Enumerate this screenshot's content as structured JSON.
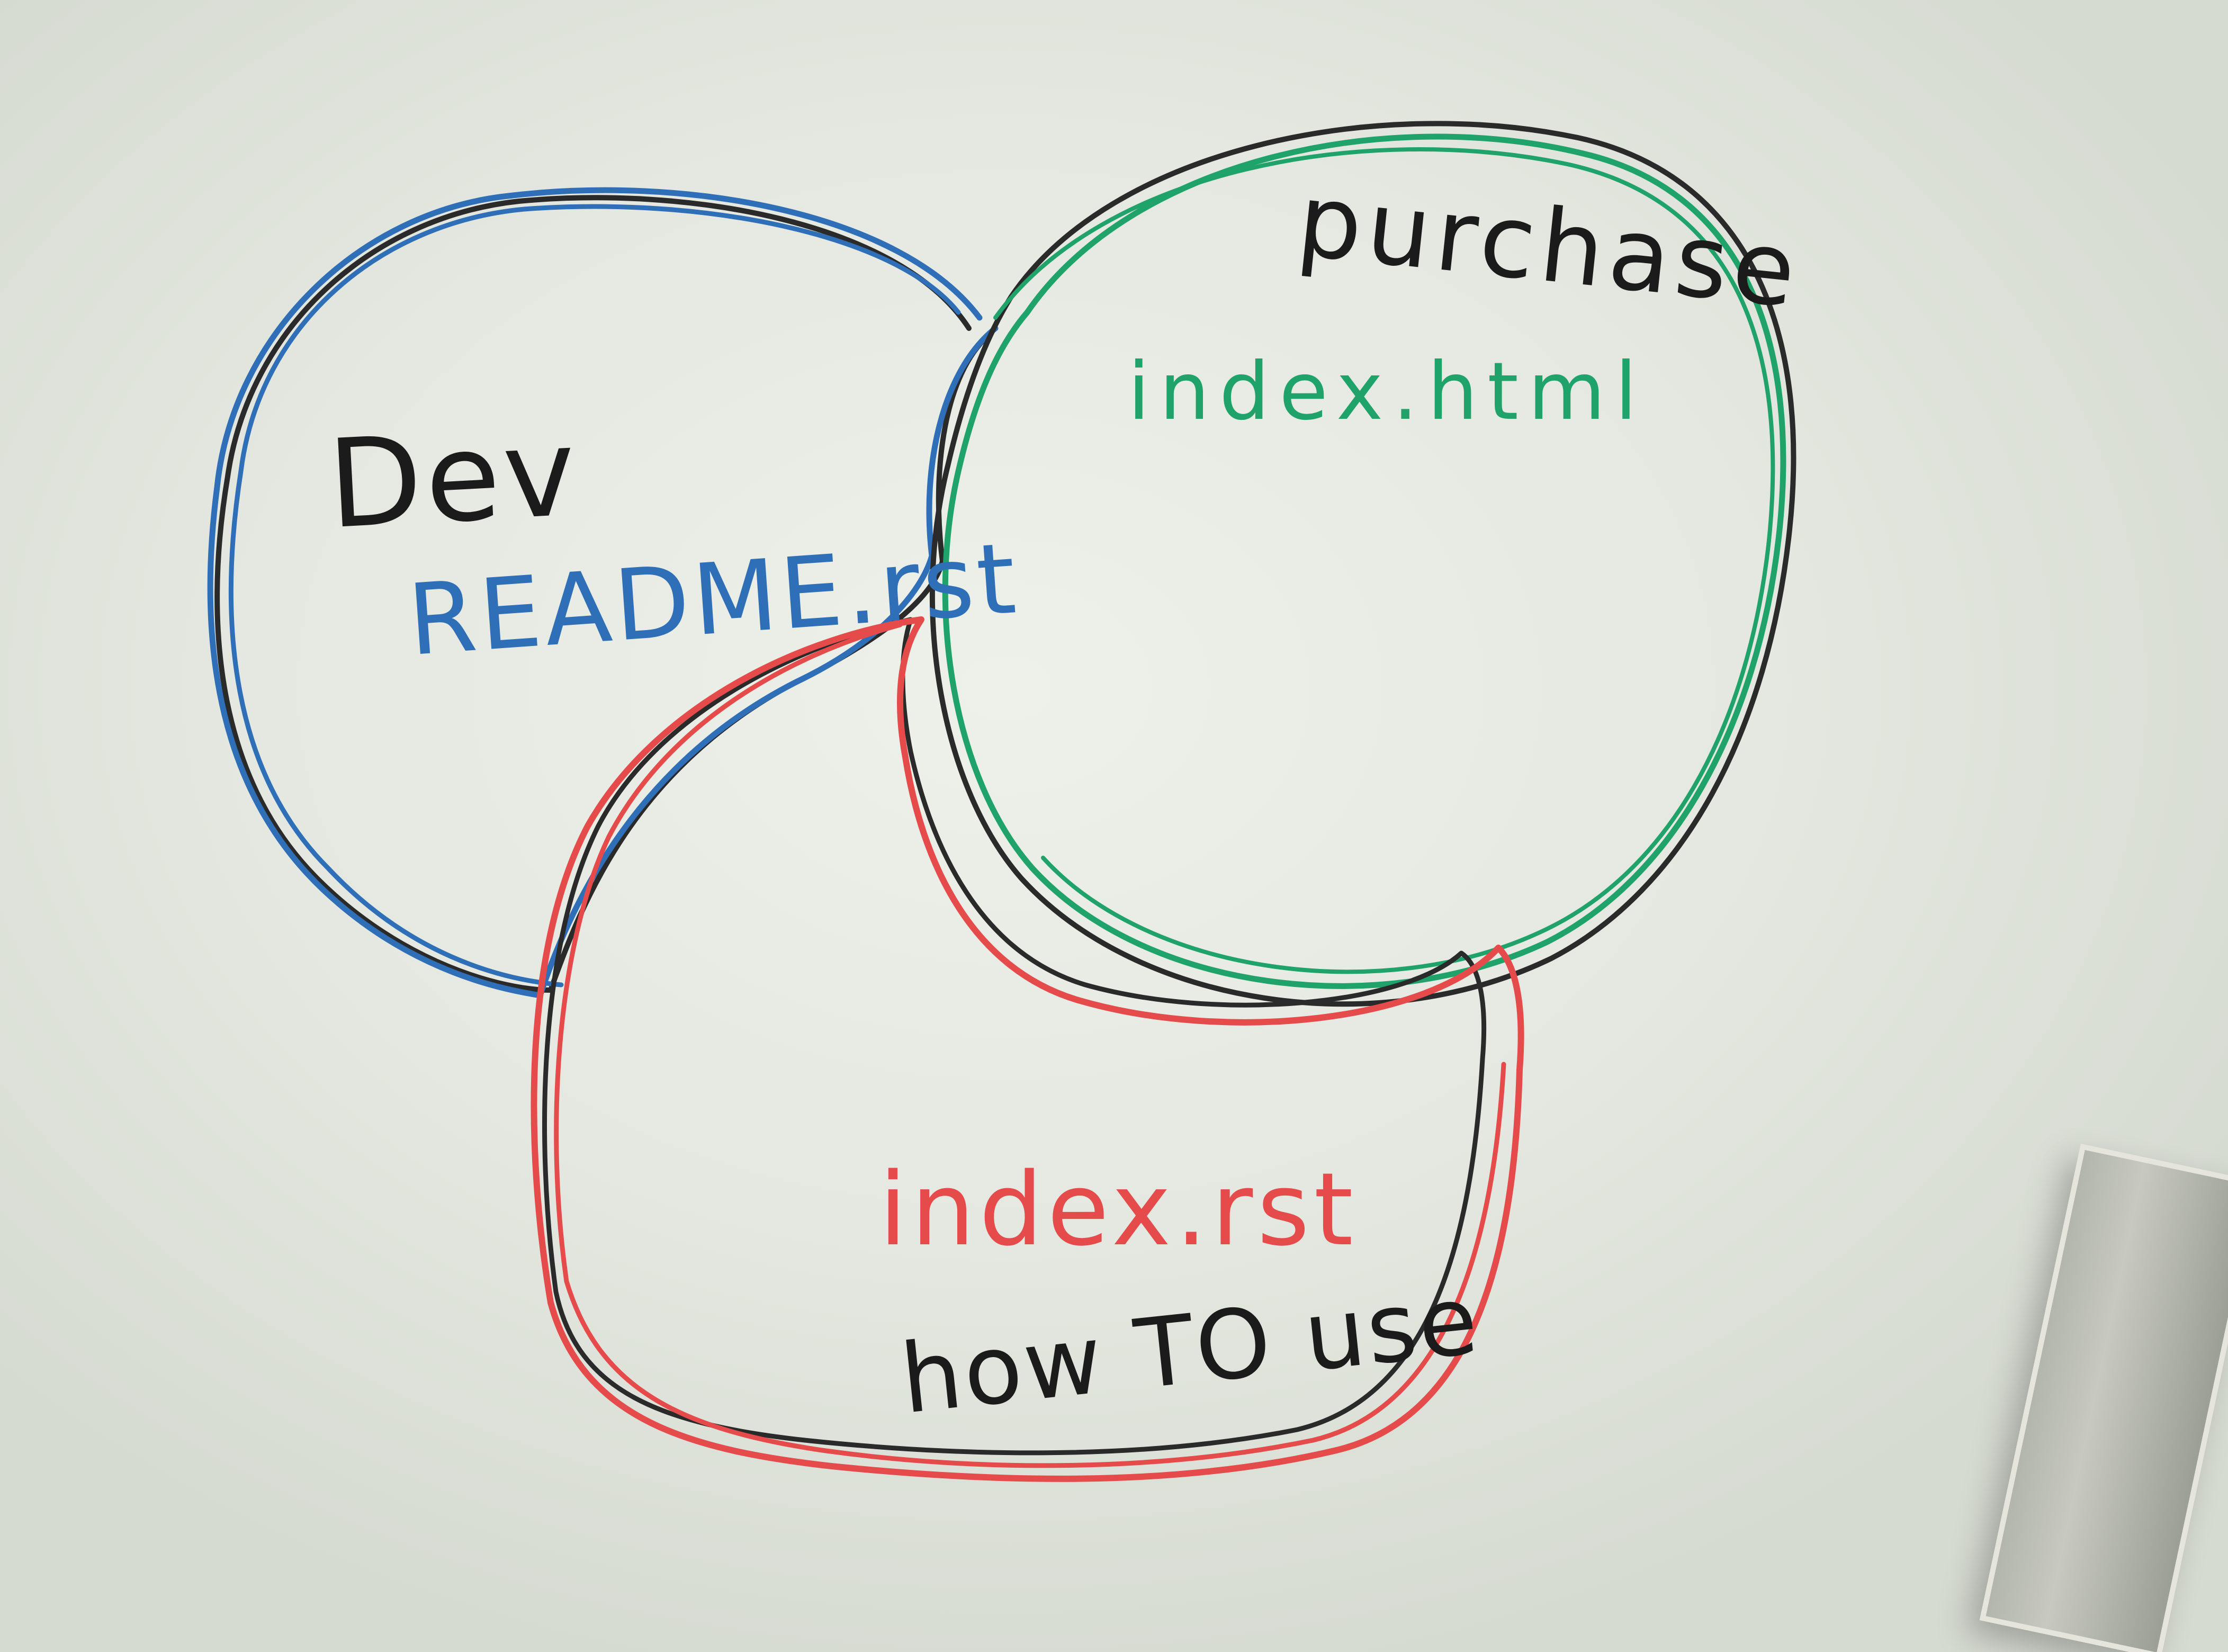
{
  "diagram": {
    "sets": [
      {
        "id": "dev",
        "title": "Dev",
        "file": "README.rst",
        "color": "#2f6fb8"
      },
      {
        "id": "purchase",
        "title": "purchase",
        "file": "index.html",
        "color": "#1fa36a"
      },
      {
        "id": "how-to-use",
        "title": "how TO use",
        "file": "index.rst",
        "color": "#e64b4b"
      }
    ],
    "outline_color": "#2a2a2a",
    "surface": "whiteboard"
  }
}
